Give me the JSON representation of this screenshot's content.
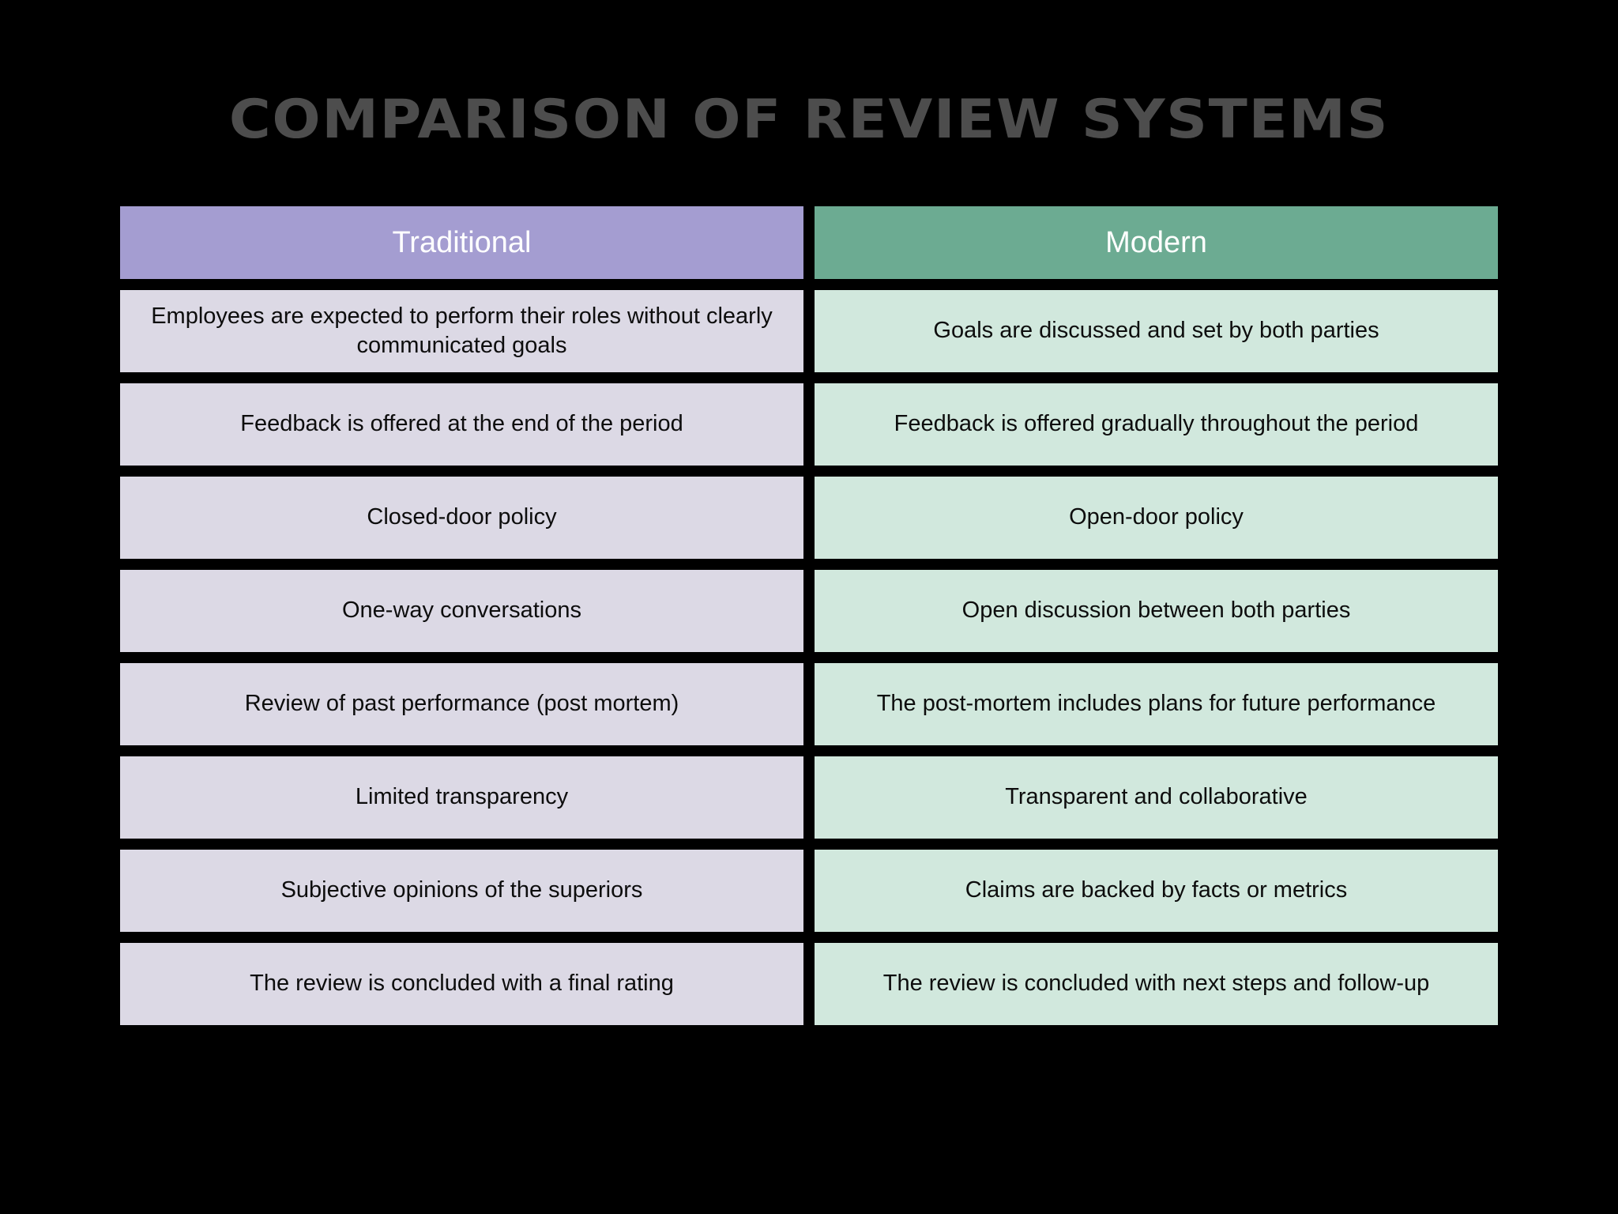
{
  "slide": {
    "background_color": "#000000",
    "title": "COMPARISON OF REVIEW SYSTEMS",
    "title_color": "#4d4d4d"
  },
  "table": {
    "columns": [
      {
        "key": "traditional",
        "header": "Traditional",
        "header_bg": "#a49dd1",
        "header_text_color": "#ffffff",
        "cell_bg": "#dcd9e5"
      },
      {
        "key": "modern",
        "header": "Modern",
        "header_bg": "#6cab92",
        "header_text_color": "#ffffff",
        "cell_bg": "#d1e8dd"
      }
    ],
    "rows": [
      {
        "traditional": "Employees are expected to perform their roles without clearly communicated goals",
        "modern": "Goals are discussed and set by both parties"
      },
      {
        "traditional": "Feedback is offered at the end of the period",
        "modern": "Feedback is offered gradually throughout the period"
      },
      {
        "traditional": "Closed-door policy",
        "modern": "Open-door policy"
      },
      {
        "traditional": "One-way conversations",
        "modern": "Open discussion between both parties"
      },
      {
        "traditional": "Review of past performance (post mortem)",
        "modern": "The post-mortem includes plans for future performance"
      },
      {
        "traditional": "Limited transparency",
        "modern": "Transparent and collaborative"
      },
      {
        "traditional": "Subjective opinions of the superiors",
        "modern": "Claims are backed by facts or metrics"
      },
      {
        "traditional": "The review is concluded with a final rating",
        "modern": "The review is concluded with next steps and follow-up"
      }
    ]
  }
}
